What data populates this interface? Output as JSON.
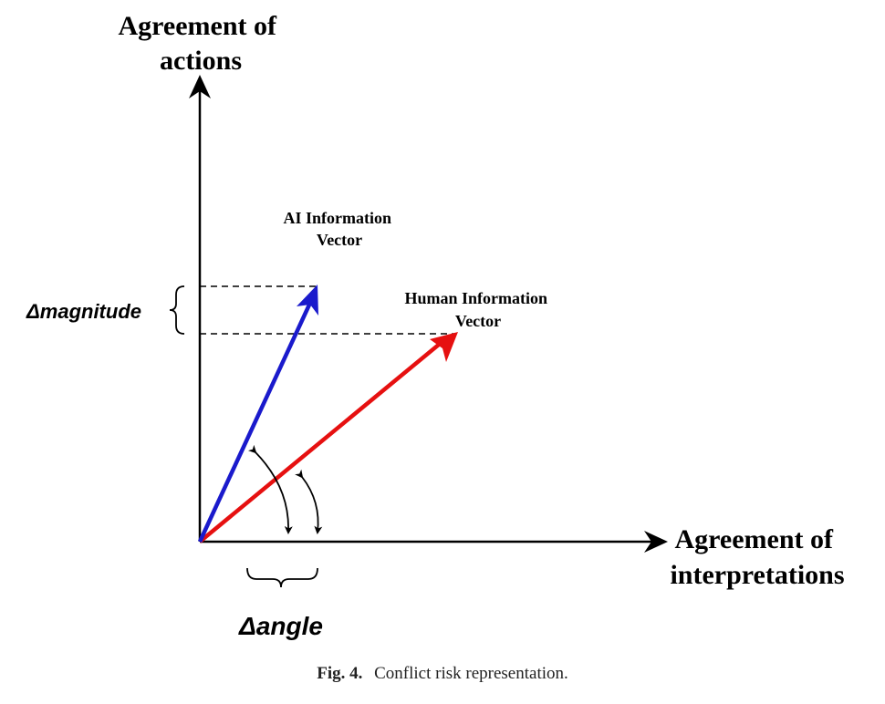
{
  "diagram": {
    "y_axis_title": [
      "Agreement of",
      "actions"
    ],
    "x_axis_title": [
      "Agreement of",
      "interpretations"
    ],
    "ai_vector_label": [
      "AI  Information",
      "Vector"
    ],
    "human_vector_label": [
      "Human Information",
      "Vector"
    ],
    "delta_magnitude_label": "Δmagnitude",
    "delta_angle_label": "Δangle",
    "colors": {
      "axis": "#000000",
      "ai_vector": "#1a1acc",
      "human_vector": "#e61010",
      "guides": "#000000"
    }
  },
  "caption": {
    "number": "Fig. 4.",
    "text": "Conflict risk representation."
  }
}
